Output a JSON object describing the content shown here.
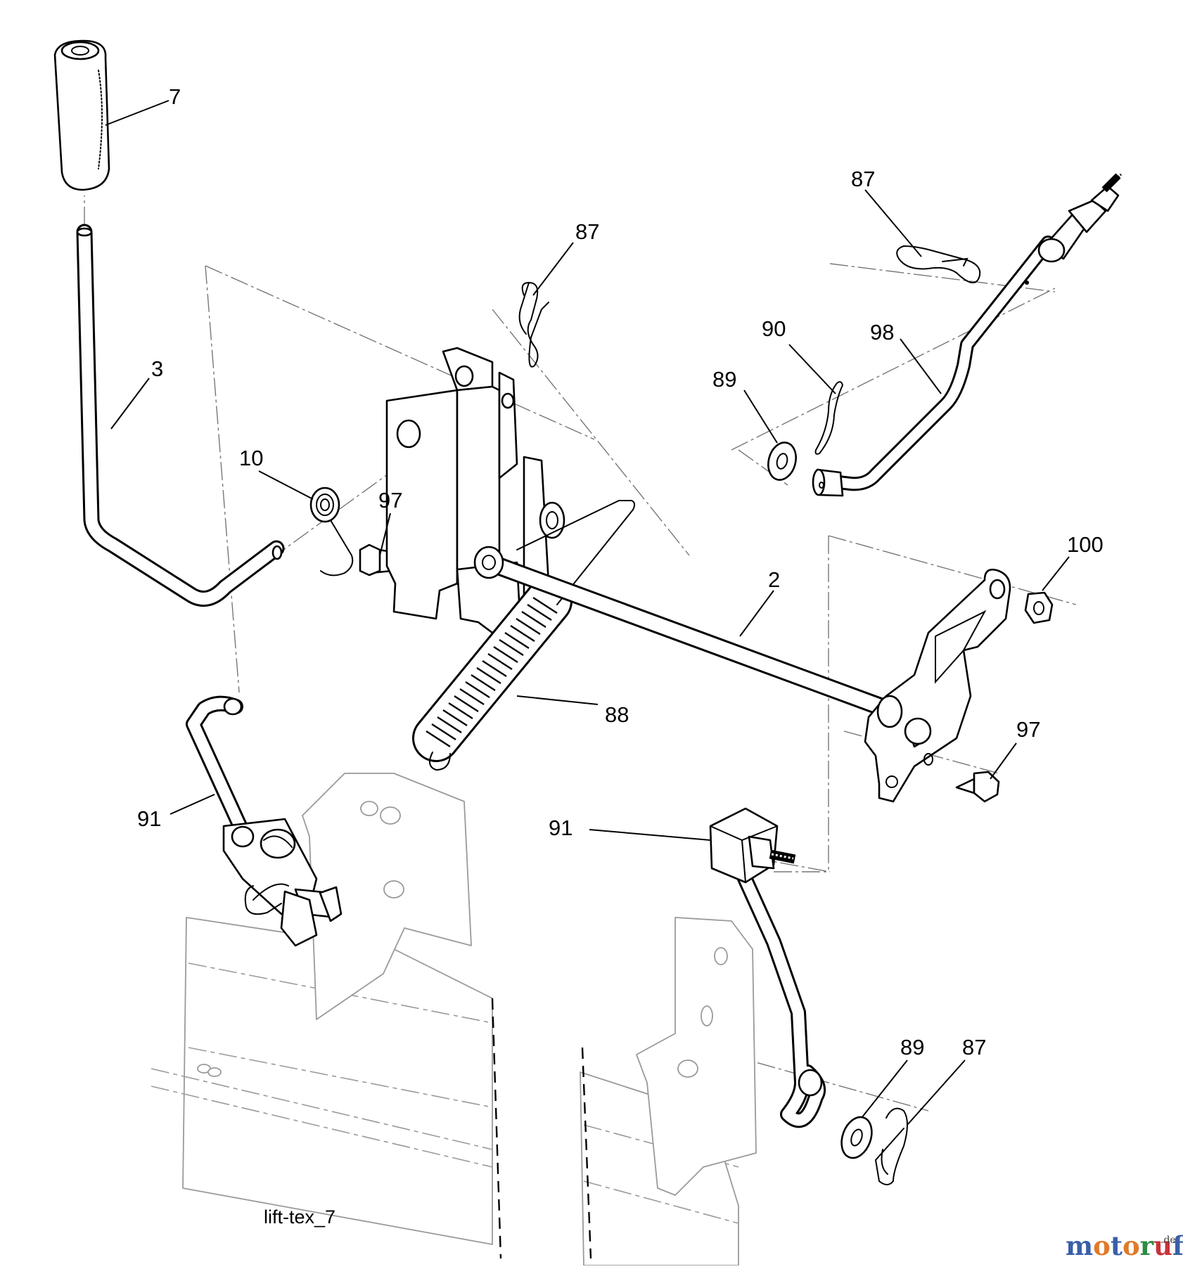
{
  "diagram": {
    "drawing_code": "lift-tex_7",
    "watermark": {
      "name": "motoruf",
      "suffix": ".de",
      "letter_colors": [
        "#3a5fa8",
        "#e07a2a",
        "#3a5fa8",
        "#e07a2a",
        "#2f8a44",
        "#c8323a",
        "#3a5fa8"
      ]
    },
    "callouts": [
      {
        "id": "knob",
        "label": "7"
      },
      {
        "id": "lift-lever",
        "label": "3"
      },
      {
        "id": "clip-top-center",
        "label": "87"
      },
      {
        "id": "clip-top-right",
        "label": "87"
      },
      {
        "id": "pin-top",
        "label": "90"
      },
      {
        "id": "link-rod",
        "label": "98"
      },
      {
        "id": "washer-top",
        "label": "89"
      },
      {
        "id": "torsion-spring",
        "label": "10"
      },
      {
        "id": "bolt-left",
        "label": "97"
      },
      {
        "id": "nut-right",
        "label": "100"
      },
      {
        "id": "lift-shaft",
        "label": "2"
      },
      {
        "id": "extension-spring",
        "label": "88"
      },
      {
        "id": "bolt-right",
        "label": "97"
      },
      {
        "id": "arm-left",
        "label": "91"
      },
      {
        "id": "arm-right",
        "label": "91"
      },
      {
        "id": "washer-bottom",
        "label": "89"
      },
      {
        "id": "clip-bottom",
        "label": "87"
      }
    ]
  }
}
